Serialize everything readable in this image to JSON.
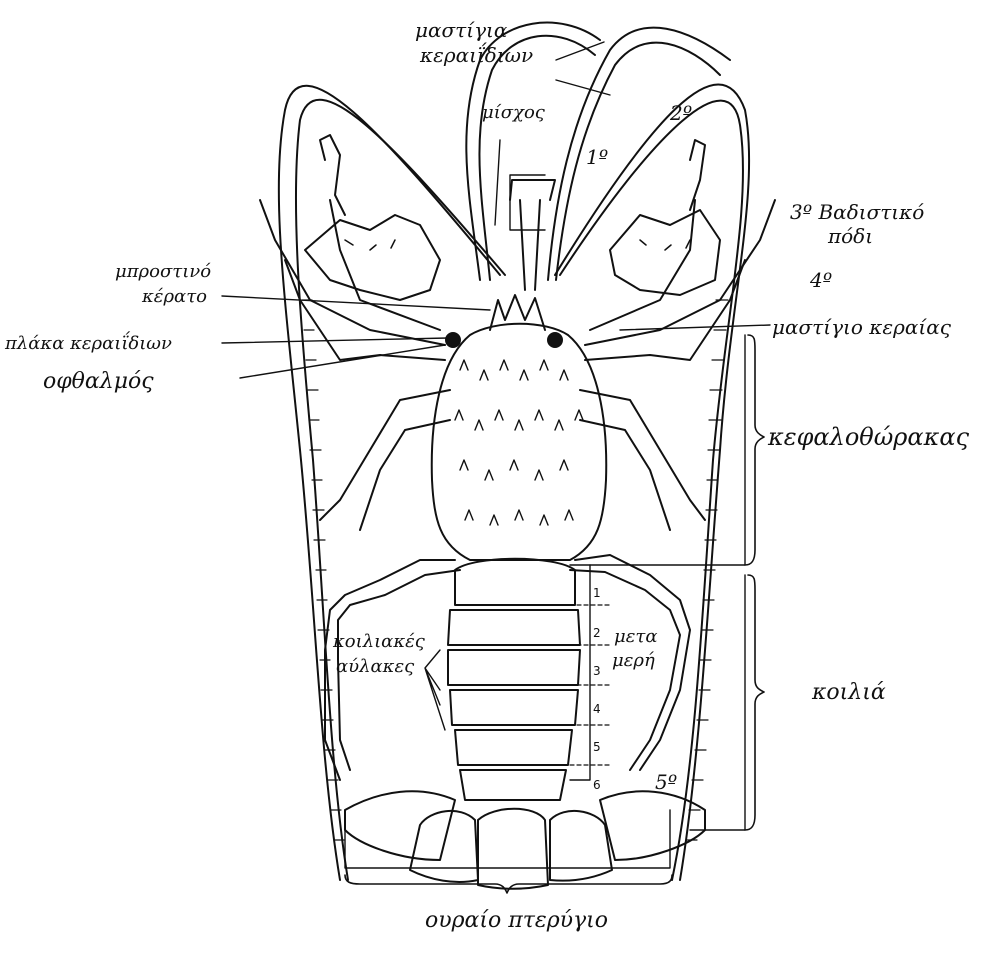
{
  "labels": {
    "antenna_whip": "μαστίγια",
    "antennule_line2": "κεραιΐδιων",
    "stalk": "μίσχος",
    "leg1": "1º",
    "leg2": "2º",
    "leg3": "3º Βαδιστικό",
    "leg3_line2": "πόδι",
    "leg4": "4º",
    "leg5": "5º",
    "front_horn_1": "μπροστινό",
    "front_horn_2": "κέρατο",
    "antennule_plate": "πλάκα κεραιΐδιων",
    "eye": "οφθαλμός",
    "antenna_flagellum": "μαστίγιο κεραίας",
    "cephalothorax": "κεφαλοθώρακας",
    "ventral_1": "κοιλιακές",
    "ventral_2": "αύλακες",
    "metamere_1": "μετα",
    "metamere_2": "μερή",
    "abdomen": "κοιλιά",
    "tail_fan": "ουραίο πτερύγιο"
  },
  "segments": [
    "1",
    "2",
    "3",
    "4",
    "5",
    "6"
  ]
}
